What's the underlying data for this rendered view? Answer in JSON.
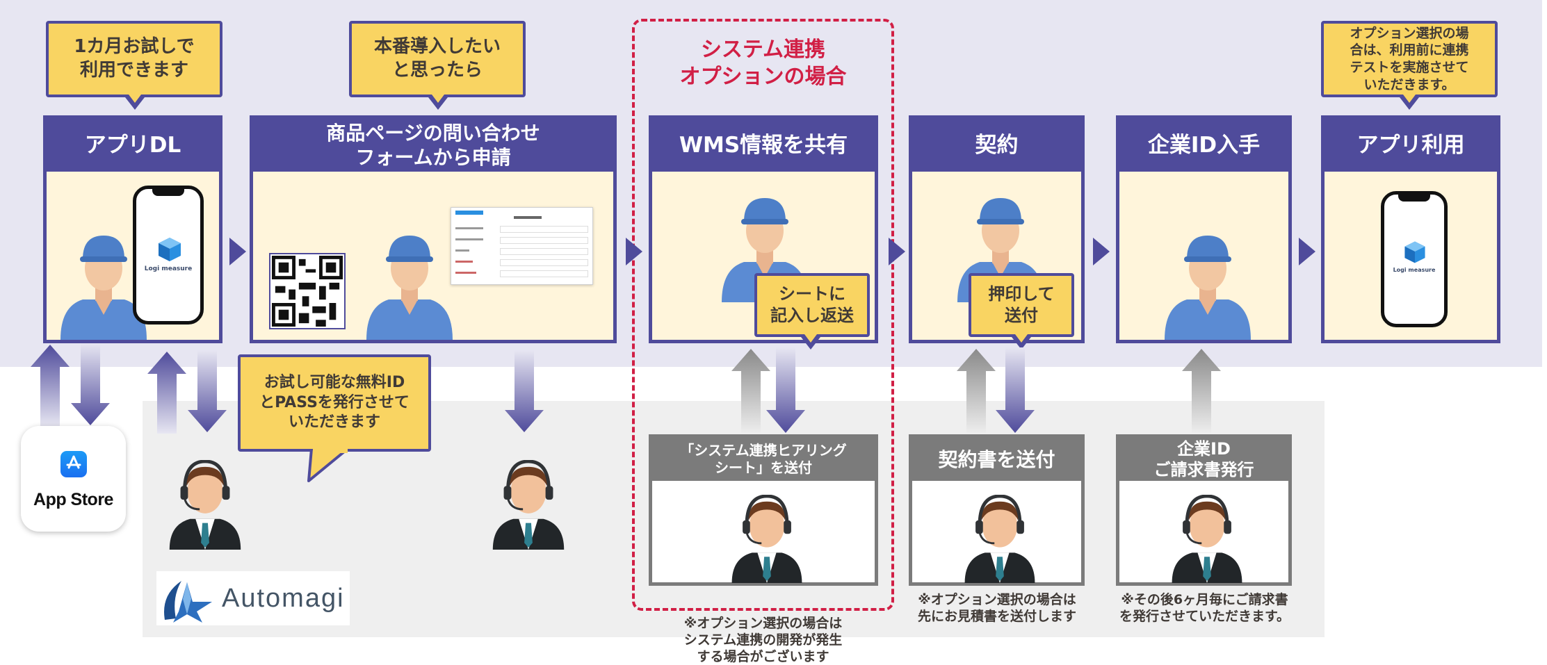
{
  "steps": [
    {
      "title": "アプリDL"
    },
    {
      "title": "商品ページの問い合わせ\nフォームから申請"
    },
    {
      "title": "WMS情報を共有"
    },
    {
      "title": "契約"
    },
    {
      "title": "企業ID入手"
    },
    {
      "title": "アプリ利用"
    }
  ],
  "callouts": {
    "trial": "1カ月お試しで\n利用できます",
    "production": "本番導入したい\nと思ったら",
    "option_test": "オプション選択の場\n合は、利用前に連携\nテストを実施させて\nいただきます。",
    "free_id": "お試し可能な無料ID\nとPASSを発行させて\nいただきます",
    "sheet_return": "シートに\n記入し返送",
    "stamp_send": "押印して\n送付"
  },
  "system_option": {
    "title": "システム連携\nオプションの場合",
    "note": "※オプション選択の場合は\nシステム連携の開発が発生\nする場合がございます"
  },
  "bottom_cards": [
    {
      "title": "「システム連携ヒアリング\nシート」を送付"
    },
    {
      "title": "契約書を送付"
    },
    {
      "title": "企業ID\nご請求書発行"
    }
  ],
  "notes": {
    "quote": "※オプション選択の場合は\n先にお見積書を送付します",
    "invoice": "※その後6ヶ月毎にご請求書\nを発行させていただきます。"
  },
  "app_store": {
    "label": "App Store"
  },
  "company_logo": {
    "label": "Automagi"
  },
  "app_logo": {
    "label": "Logi measure"
  },
  "colors": {
    "header": "#4f4b9b",
    "callout": "#f9d462",
    "accent_red": "#d11f45",
    "card_bg": "#fff5db",
    "gray": "#7b7b7b"
  }
}
